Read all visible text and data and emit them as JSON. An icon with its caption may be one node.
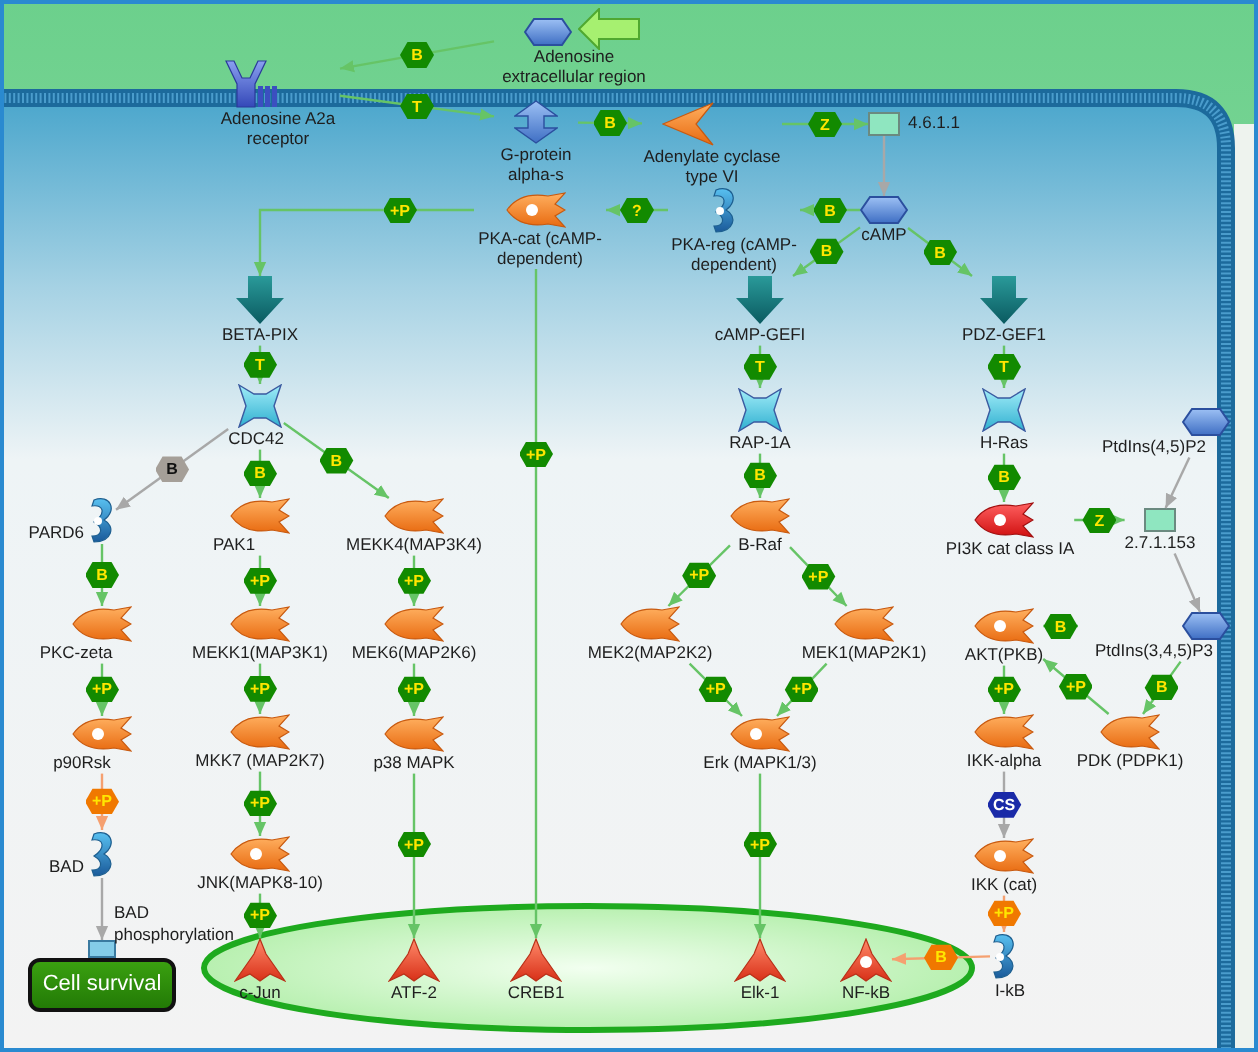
{
  "diagram": {
    "nodes": [
      {
        "text": [
          "Adenosine extracellular region"
        ]
      },
      {
        "text": [
          "Adenosine A2a receptor"
        ]
      },
      {
        "text": [
          "G-protein alpha-s"
        ]
      },
      {
        "text": [
          "Adenylate cyclase type VI"
        ]
      },
      {
        "text": [
          "4.6.1.1"
        ]
      },
      {
        "text": [
          "PKA-cat (cAMP-dependent)"
        ]
      },
      {
        "text": [
          "PKA-reg (cAMP-dependent)"
        ]
      },
      {
        "text": [
          "cAMP"
        ]
      },
      {
        "text": [
          "BETA-PIX"
        ]
      },
      {
        "text": [
          "cAMP-GEFI"
        ]
      },
      {
        "text": [
          "PDZ-GEF1"
        ]
      },
      {
        "text": [
          "CDC42"
        ]
      },
      {
        "text": [
          "RAP-1A"
        ]
      },
      {
        "text": [
          "H-Ras"
        ]
      },
      {
        "text": [
          "PtdIns(4,5)P2"
        ]
      },
      {
        "text": [
          "PARD6"
        ]
      },
      {
        "text": [
          "PAK1"
        ]
      },
      {
        "text": [
          "MEKK4(MAP3K4)"
        ]
      },
      {
        "text": [
          "B-Raf"
        ]
      },
      {
        "text": [
          "PI3K cat class IA"
        ]
      },
      {
        "text": [
          "2.7.1.153"
        ]
      },
      {
        "text": [
          "PKC-zeta"
        ]
      },
      {
        "text": [
          "MEKK1(MAP3K1)"
        ]
      },
      {
        "text": [
          "MEK6(MAP2K6)"
        ]
      },
      {
        "text": [
          "MEK2(MAP2K2)"
        ]
      },
      {
        "text": [
          "MEK1(MAP2K1)"
        ]
      },
      {
        "text": [
          "AKT(PKB)"
        ]
      },
      {
        "text": [
          "PtdIns(3,4,5)P3"
        ]
      },
      {
        "text": [
          "p90Rsk"
        ]
      },
      {
        "text": [
          "MKK7 (MAP2K7)"
        ]
      },
      {
        "text": [
          "p38 MAPK"
        ]
      },
      {
        "text": [
          "Erk (MAPK1/3)"
        ]
      },
      {
        "text": [
          "IKK-alpha"
        ]
      },
      {
        "text": [
          "PDK (PDPK1)"
        ]
      },
      {
        "text": [
          "BAD"
        ]
      },
      {
        "text": [
          "JNK(MAPK8-10)"
        ]
      },
      {
        "text": [
          "IKK (cat)"
        ]
      },
      {
        "text": [
          "Cell survival"
        ],
        "beside": [
          "BAD phosphorylation"
        ]
      },
      {
        "text": [],
        "shape": "ellipse"
      },
      {
        "text": [
          "c-Jun"
        ],
        "in": 38
      },
      {
        "text": [
          "ATF-2"
        ],
        "in": 38
      },
      {
        "text": [
          "CREB1"
        ],
        "in": 38
      },
      {
        "text": [
          "Elk-1"
        ],
        "in": 38
      },
      {
        "text": [
          "NF-kB"
        ],
        "in": 38
      },
      {
        "text": [
          "I-kB"
        ]
      }
    ],
    "edges": [
      {
        "from": 0,
        "to": 1,
        "arrow": "to",
        "label": "B"
      },
      {
        "from": 1,
        "to": 2,
        "arrow": "to",
        "label": "T"
      },
      {
        "from": 2,
        "to": 3,
        "arrow": "to",
        "label": "B"
      },
      {
        "from": 3,
        "to": 4,
        "arrow": "to",
        "label": "Z"
      },
      {
        "from": 4,
        "to": 7,
        "arrow": "to",
        "color": "#a8a8a8"
      },
      {
        "from": 7,
        "to": 6,
        "arrow": "to",
        "label": "B"
      },
      {
        "from": 6,
        "to": 5,
        "arrow": "to",
        "label": "?"
      },
      {
        "from": 5,
        "to": 8,
        "arrow": "to",
        "label": "+P"
      },
      {
        "from": 5,
        "to": 41,
        "arrow": "to",
        "label": "+P"
      },
      {
        "from": 7,
        "to": 9,
        "arrow": "to",
        "label": "B"
      },
      {
        "from": 7,
        "to": 10,
        "arrow": "to",
        "label": "B"
      },
      {
        "from": 8,
        "to": 11,
        "arrow": "to",
        "label": "T"
      },
      {
        "from": 9,
        "to": 12,
        "arrow": "to",
        "label": "T"
      },
      {
        "from": 10,
        "to": 13,
        "arrow": "to",
        "label": "T"
      },
      {
        "from": 11,
        "to": 15,
        "arrow": "to",
        "label": "B",
        "color": "#a8a8a8"
      },
      {
        "from": 11,
        "to": 16,
        "arrow": "to",
        "label": "B"
      },
      {
        "from": 11,
        "to": 17,
        "arrow": "to",
        "label": "B"
      },
      {
        "from": 12,
        "to": 18,
        "arrow": "to",
        "label": "B"
      },
      {
        "from": 13,
        "to": 19,
        "arrow": "to",
        "label": "B"
      },
      {
        "from": 19,
        "to": 20,
        "arrow": "to",
        "label": "Z"
      },
      {
        "from": 14,
        "to": 20,
        "arrow": "to",
        "color": "#a8a8a8"
      },
      {
        "from": 20,
        "to": 27,
        "arrow": "to",
        "color": "#a8a8a8"
      },
      {
        "from": 15,
        "to": 21,
        "arrow": "to",
        "label": "B"
      },
      {
        "from": 16,
        "to": 22,
        "arrow": "to",
        "label": "+P"
      },
      {
        "from": 17,
        "to": 23,
        "arrow": "to",
        "label": "+P"
      },
      {
        "from": 18,
        "to": 24,
        "arrow": "to",
        "label": "+P"
      },
      {
        "from": 18,
        "to": 25,
        "arrow": "to",
        "label": "+P"
      },
      {
        "from": 27,
        "to": 26,
        "arrow": "to",
        "label": "B"
      },
      {
        "from": 27,
        "to": 33,
        "arrow": "to",
        "label": "B"
      },
      {
        "from": 21,
        "to": 28,
        "arrow": "to",
        "label": "+P"
      },
      {
        "from": 22,
        "to": 29,
        "arrow": "to",
        "label": "+P"
      },
      {
        "from": 23,
        "to": 30,
        "arrow": "to",
        "label": "+P"
      },
      {
        "from": 24,
        "to": 31,
        "arrow": "to",
        "label": "+P"
      },
      {
        "from": 25,
        "to": 31,
        "arrow": "to",
        "label": "+P"
      },
      {
        "from": 26,
        "to": 32,
        "arrow": "to",
        "label": "+P"
      },
      {
        "from": 33,
        "to": 26,
        "arrow": "to",
        "label": "+P"
      },
      {
        "from": 28,
        "to": 34,
        "arrow": "to",
        "label": "+P",
        "color": "#f5a070"
      },
      {
        "from": 29,
        "to": 35,
        "arrow": "to",
        "label": "+P"
      },
      {
        "from": 30,
        "to": 40,
        "arrow": "to",
        "label": "+P"
      },
      {
        "from": 31,
        "to": 42,
        "arrow": "to",
        "label": "+P"
      },
      {
        "from": 32,
        "to": 36,
        "arrow": "to",
        "label": "CS",
        "color": "#a8a8a8"
      },
      {
        "from": 34,
        "to": 37,
        "arrow": "to",
        "color": "#a8a8a8"
      },
      {
        "from": 35,
        "to": 39,
        "arrow": "to",
        "label": "+P"
      },
      {
        "from": 36,
        "to": 44,
        "arrow": "to",
        "label": "+P",
        "color": "#f5a070"
      },
      {
        "from": 44,
        "to": 43,
        "arrow": "to",
        "label": "B",
        "color": "#f5a070"
      }
    ]
  }
}
